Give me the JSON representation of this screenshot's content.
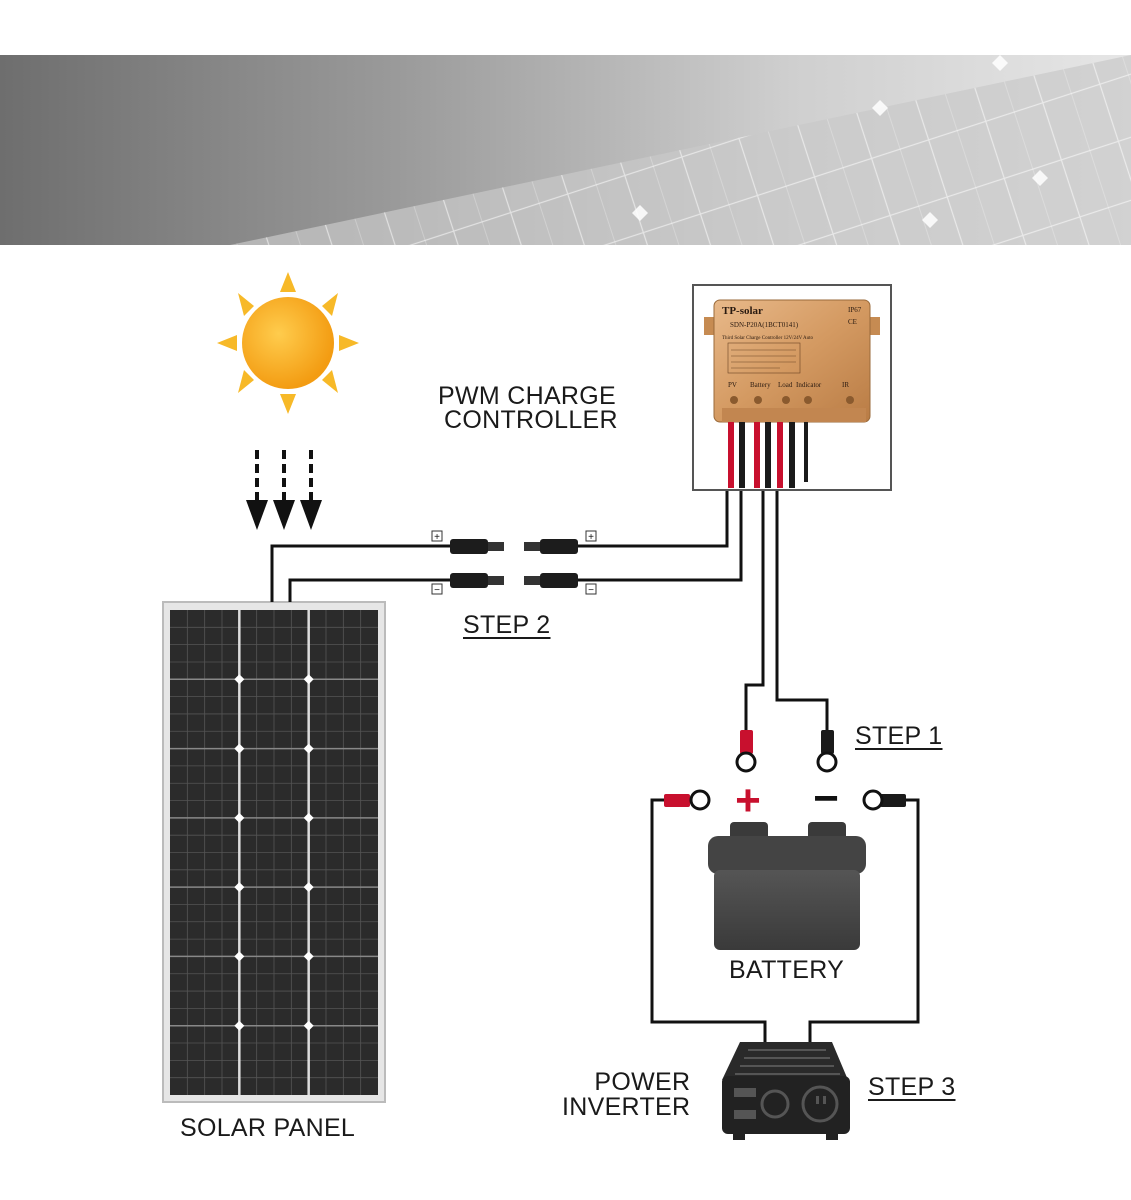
{
  "labels": {
    "controller": [
      "PWM CHARGE",
      "CONTROLLER"
    ],
    "step1": "STEP 1",
    "step2": "STEP 2",
    "step3": "STEP 3",
    "battery": "BATTERY",
    "inverter": [
      "POWER",
      "INVERTER"
    ],
    "solar_panel": "SOLAR PANEL",
    "plus_sign": "+",
    "minus_sign": "−"
  },
  "controller_device": {
    "brand": "TP-solar",
    "ip_rating": "IP67",
    "ce_mark": "CE",
    "model": "SDN-P20A(1BCT0141)",
    "subtitle": "Third Solar Charge Controller 12V/24V Auto",
    "ports": [
      "PV",
      "Battery",
      "Load",
      "Indicator",
      "IR"
    ]
  },
  "connector_marks": {
    "positive": "+",
    "negative": "−"
  },
  "colors": {
    "wire_positive": "#c8102e",
    "wire_negative": "#1a1a1a",
    "sun": "#f5a623",
    "controller_body": "#d9a36e",
    "battery_body": "#4a4a4a",
    "panel_cells": "#2b2b2b"
  }
}
